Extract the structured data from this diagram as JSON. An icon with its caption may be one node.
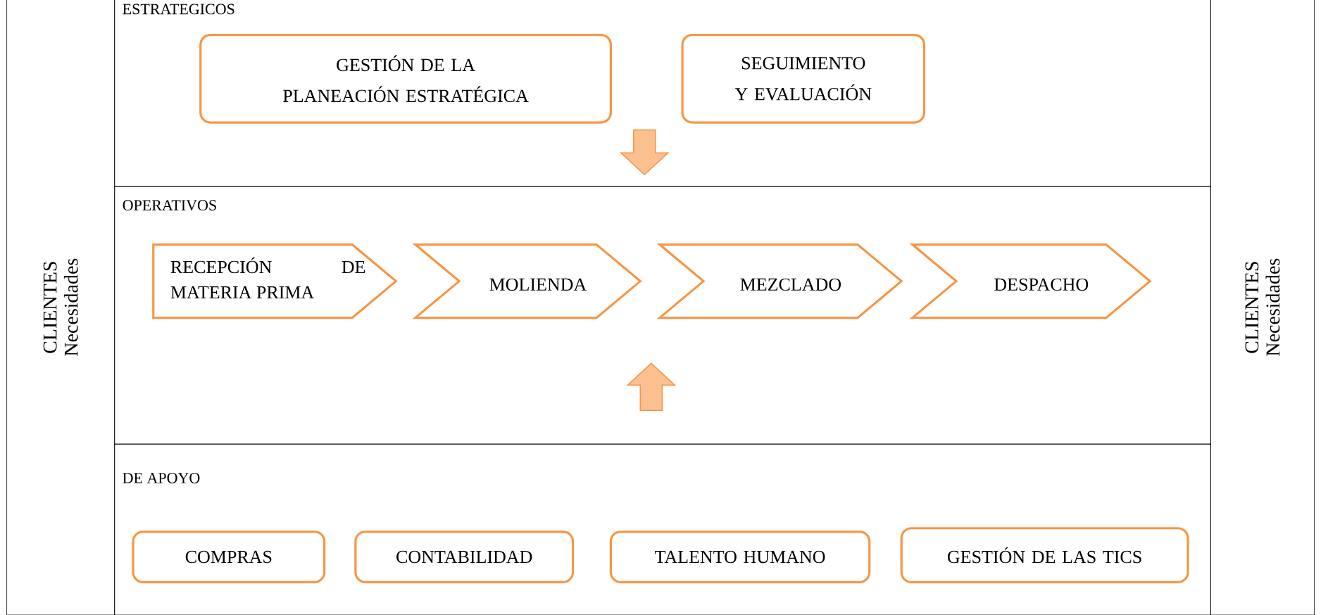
{
  "diagram": {
    "nodes": [
      {
        "text": [
          "CLIENTES",
          "Necesidades"
        ]
      },
      {
        "text": [
          "ESTRATEGICOS"
        ]
      },
      {
        "text": [
          "GESTIÓN DE LA PLANEACIÓN ESTRATÉGICA"
        ],
        "in": 1
      },
      {
        "text": [
          "SEGUIMIENTO Y EVALUACIÓN"
        ],
        "in": 1
      },
      {
        "text": [
          "OPERATIVOS"
        ]
      },
      {
        "text": [
          "RECEPCIÓN DE MATERIA PRIMA"
        ],
        "in": 4
      },
      {
        "text": [
          "MOLIENDA"
        ],
        "in": 4
      },
      {
        "text": [
          "MEZCLADO"
        ],
        "in": 4
      },
      {
        "text": [
          "DESPACHO"
        ],
        "in": 4
      },
      {
        "text": [
          "DE APOYO"
        ]
      },
      {
        "text": [
          "COMPRAS"
        ],
        "in": 9
      },
      {
        "text": [
          "CONTABILIDAD"
        ],
        "in": 9
      },
      {
        "text": [
          "TALENTO HUMANO"
        ],
        "in": 9
      },
      {
        "text": [
          "GESTIÓN DE LAS TICS"
        ],
        "in": 9
      },
      {
        "text": [
          "CLIENTES",
          "Necesidades"
        ]
      }
    ],
    "edges": [
      {
        "from": 1,
        "to": 4,
        "arrow": "to"
      },
      {
        "from": 9,
        "to": 4,
        "arrow": "to"
      }
    ]
  }
}
